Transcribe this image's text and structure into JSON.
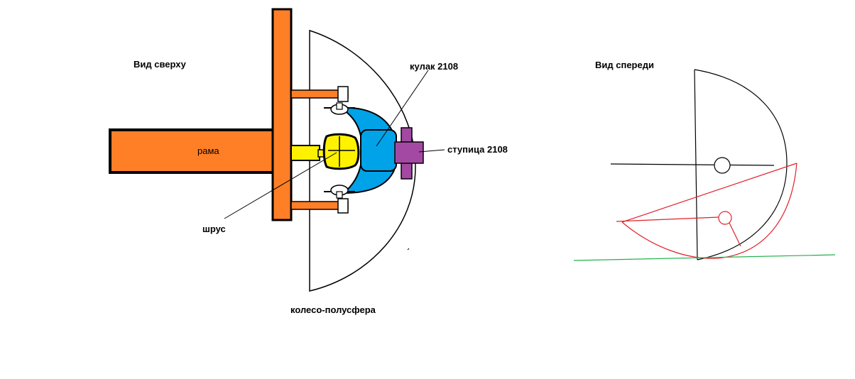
{
  "labels": {
    "top_view": "Вид сверху",
    "front_view": "Вид спереди",
    "frame": "рама",
    "knuckle": "кулак 2108",
    "hub": "ступица 2108",
    "cv_joint": "шрус",
    "wheel": "колесо-полусфера"
  },
  "colors": {
    "frame": "#ff7f27",
    "knuckle": "#00a2e8",
    "cv_joint": "#fff200",
    "hub": "#a349a4",
    "outline": "#000000",
    "tilted_wheel": "#e0202a",
    "ground": "#22b14c"
  }
}
